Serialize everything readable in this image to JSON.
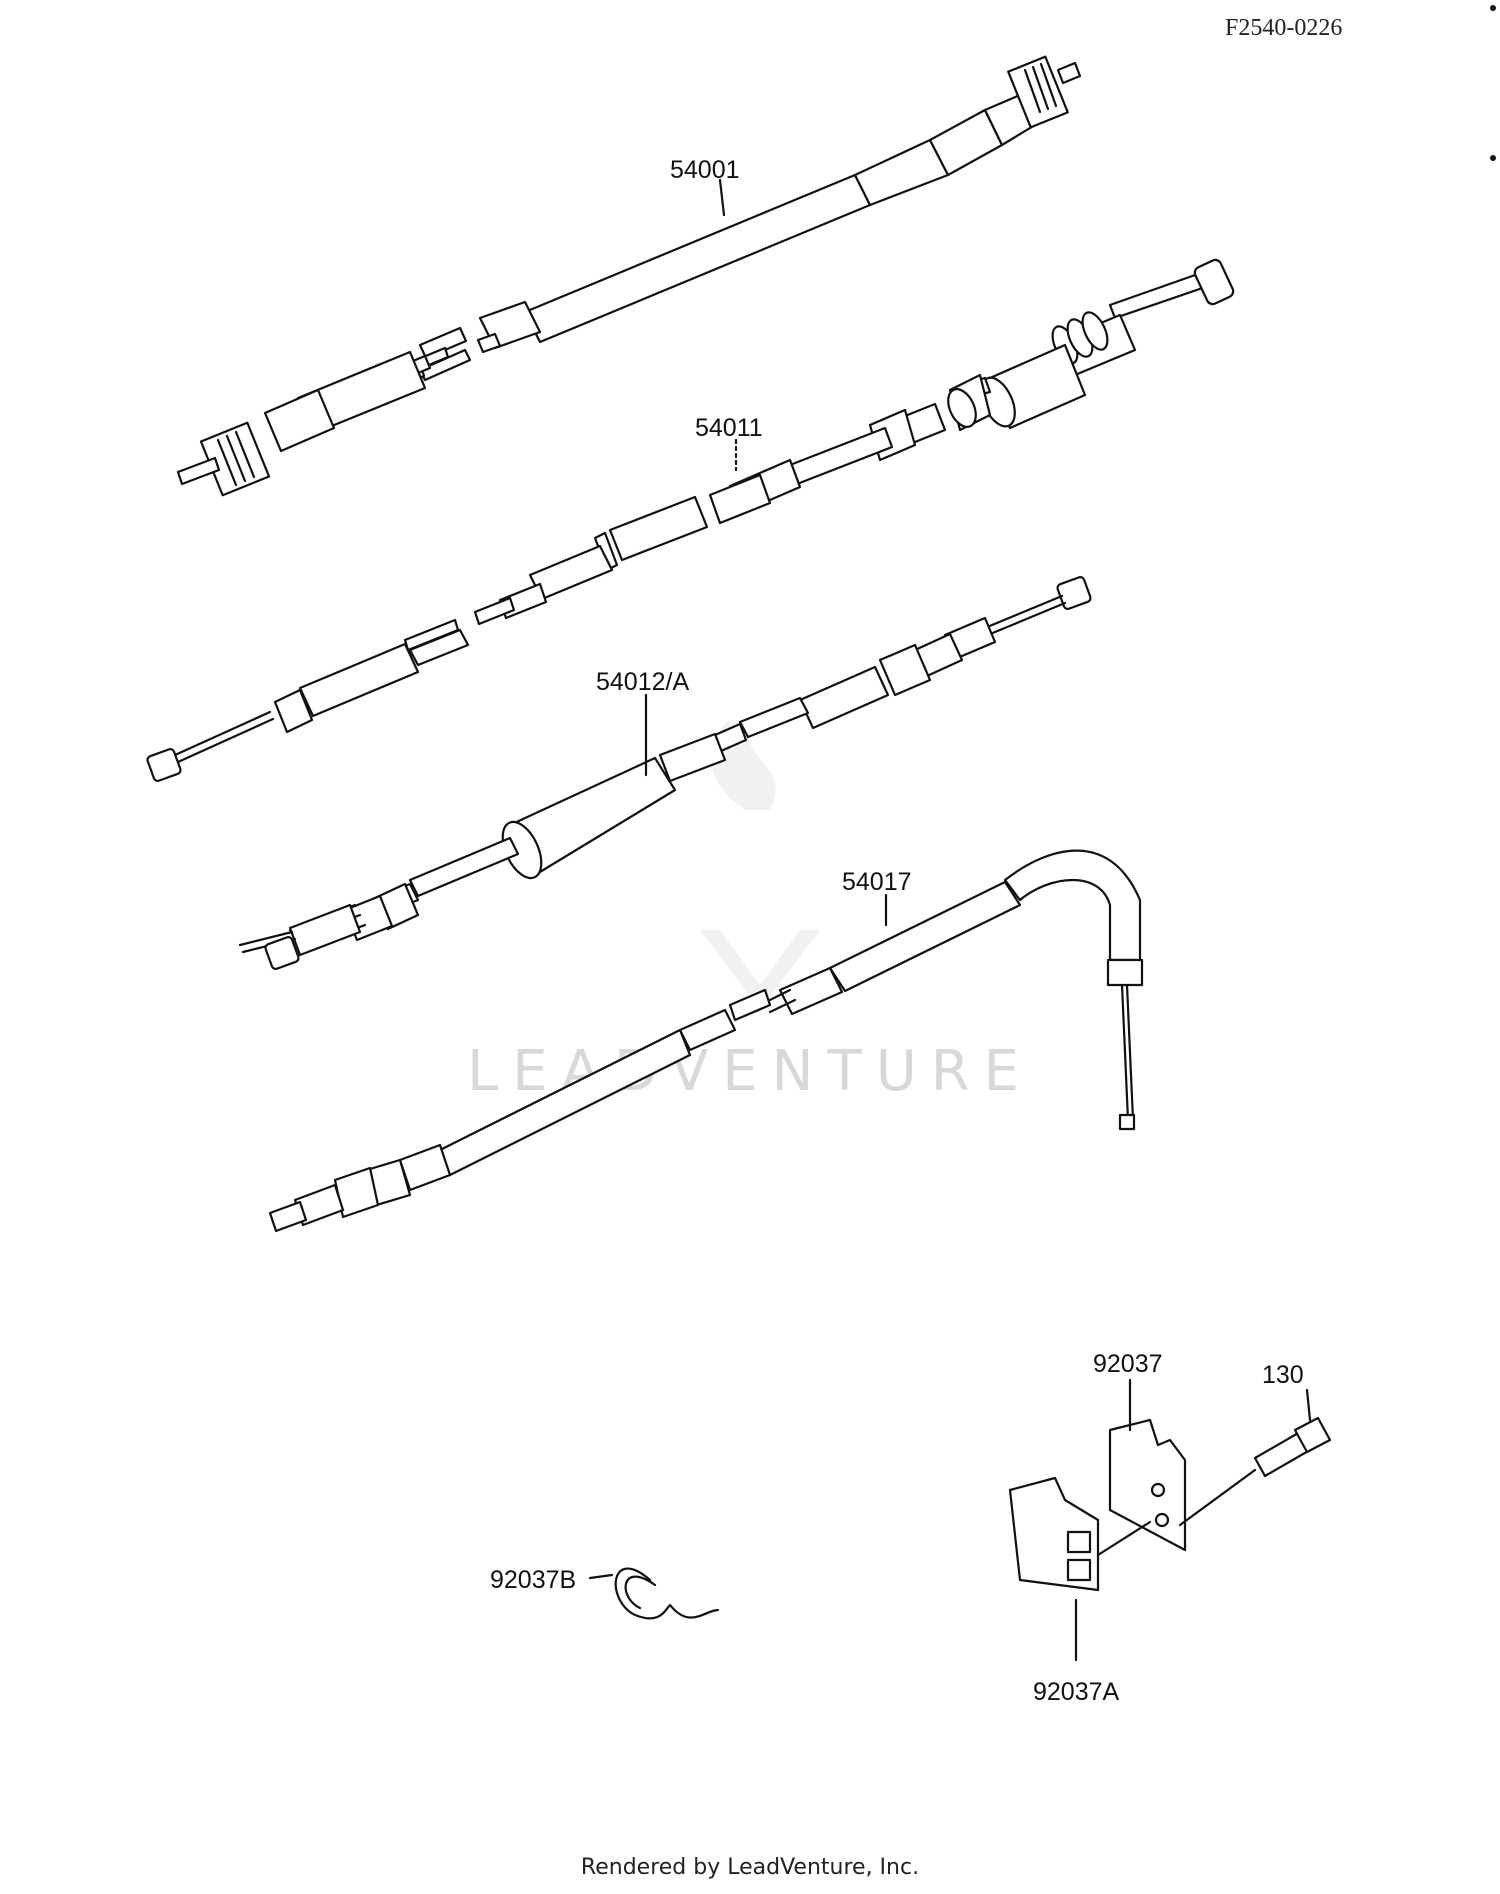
{
  "diagram_code": "F2540-0226",
  "parts": [
    {
      "id": "54001",
      "label": "54001"
    },
    {
      "id": "54011",
      "label": "54011"
    },
    {
      "id": "54012A",
      "label": "54012/A"
    },
    {
      "id": "54017",
      "label": "54017"
    },
    {
      "id": "92037",
      "label": "92037"
    },
    {
      "id": "130",
      "label": "130"
    },
    {
      "id": "92037B",
      "label": "92037B"
    },
    {
      "id": "92037A",
      "label": "92037A"
    }
  ],
  "watermark": "LEADVENTURE",
  "footer": "Rendered by LeadVenture, Inc."
}
